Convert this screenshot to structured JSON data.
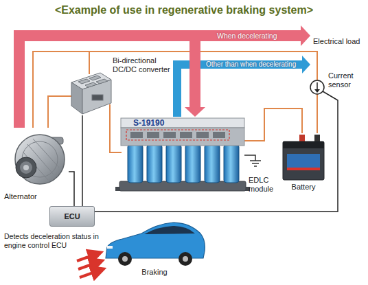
{
  "diagram": {
    "title": "<Example of use in regenerative braking system>",
    "nodes": [
      {
        "text": [
          "Bi-directional DC/DC converter"
        ]
      },
      {
        "text": [
          "Alternator"
        ]
      },
      {
        "text": [
          "ECU"
        ]
      },
      {
        "text": [
          "S-19190",
          "EDLC module"
        ]
      },
      {
        "text": [
          "Battery"
        ]
      },
      {
        "text": [
          "Current sensor"
        ]
      },
      {
        "text": [
          "Electrical load"
        ]
      },
      {
        "text": [
          "Braking"
        ]
      }
    ],
    "edges": [
      {
        "from": 1,
        "to": 6,
        "arrow": "to",
        "label": "When decelerating"
      },
      {
        "from": 1,
        "to": 3,
        "arrow": "to"
      },
      {
        "from": 3,
        "to": 6,
        "arrow": "to",
        "label": "Other than when decelerating"
      },
      {
        "from": 1,
        "to": 0,
        "arrow": "none"
      },
      {
        "from": 0,
        "to": 3,
        "arrow": "none"
      },
      {
        "from": 3,
        "to": 4,
        "arrow": "none"
      },
      {
        "from": 4,
        "to": 5,
        "arrow": "none"
      },
      {
        "from": 5,
        "to": 2,
        "arrow": "none"
      },
      {
        "from": 1,
        "to": 2,
        "arrow": "none"
      },
      {
        "from": 0,
        "to": 2,
        "arrow": "none"
      }
    ],
    "labels": [
      "Detects deceleration status in engine control ECU"
    ]
  }
}
